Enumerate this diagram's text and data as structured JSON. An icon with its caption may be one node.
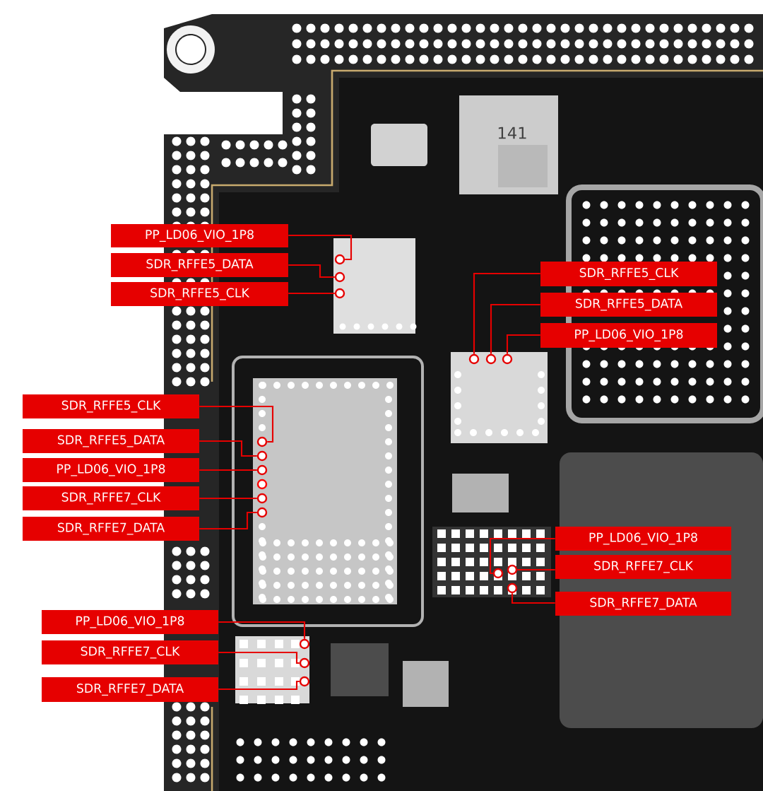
{
  "diagram": {
    "nodes": [
      {
        "text": [
          "PP_LD06_VIO_1P8"
        ]
      },
      {
        "text": [
          "SDR_RFFE5_DATA"
        ]
      },
      {
        "text": [
          "SDR_RFFE5_CLK"
        ]
      },
      {
        "text": [
          "SDR_RFFE5_CLK"
        ]
      },
      {
        "text": [
          "SDR_RFFE5_DATA"
        ]
      },
      {
        "text": [
          "PP_LD06_VIO_1P8"
        ]
      },
      {
        "text": [
          "SDR_RFFE5_CLK"
        ]
      },
      {
        "text": [
          "SDR_RFFE5_DATA"
        ]
      },
      {
        "text": [
          "PP_LD06_VIO_1P8"
        ]
      },
      {
        "text": [
          "SDR_RFFE7_CLK"
        ]
      },
      {
        "text": [
          "SDR_RFFE7_DATA"
        ]
      },
      {
        "text": [
          "PP_LD06_VIO_1P8"
        ]
      },
      {
        "text": [
          "SDR_RFFE7_CLK"
        ]
      },
      {
        "text": [
          "SDR_RFFE7_DATA"
        ]
      },
      {
        "text": [
          "PP_LD06_VIO_1P8"
        ]
      },
      {
        "text": [
          "SDR_RFFE7_CLK"
        ]
      },
      {
        "text": [
          "SDR_RFFE7_DATA"
        ]
      },
      {
        "text": [],
        "shape": "circle"
      },
      {
        "text": [],
        "shape": "circle"
      },
      {
        "text": [],
        "shape": "circle"
      },
      {
        "text": [],
        "shape": "circle"
      },
      {
        "text": [],
        "shape": "circle"
      },
      {
        "text": [],
        "shape": "circle"
      },
      {
        "text": [],
        "shape": "circle"
      },
      {
        "text": [],
        "shape": "circle"
      },
      {
        "text": [],
        "shape": "circle"
      },
      {
        "text": [],
        "shape": "circle"
      },
      {
        "text": [],
        "shape": "circle"
      },
      {
        "text": [],
        "shape": "circle"
      },
      {
        "text": [],
        "shape": "circle"
      },
      {
        "text": [],
        "shape": "circle"
      },
      {
        "text": [],
        "shape": "circle"
      },
      {
        "text": [],
        "shape": "circle"
      },
      {
        "text": [],
        "shape": "circle"
      }
    ],
    "edges": [
      {
        "from": 0,
        "to": 17,
        "arrow": "none"
      },
      {
        "from": 1,
        "to": 18,
        "arrow": "none"
      },
      {
        "from": 2,
        "to": 19,
        "arrow": "none"
      },
      {
        "from": 3,
        "to": 20,
        "arrow": "none"
      },
      {
        "from": 4,
        "to": 21,
        "arrow": "none"
      },
      {
        "from": 5,
        "to": 22,
        "arrow": "none"
      },
      {
        "from": 6,
        "to": 23,
        "arrow": "none"
      },
      {
        "from": 7,
        "to": 24,
        "arrow": "none"
      },
      {
        "from": 8,
        "to": 25,
        "arrow": "none"
      },
      {
        "from": 9,
        "to": 26,
        "arrow": "none"
      },
      {
        "from": 10,
        "to": 27,
        "arrow": "none"
      },
      {
        "from": 11,
        "to": 28,
        "arrow": "none"
      },
      {
        "from": 12,
        "to": 29,
        "arrow": "none"
      },
      {
        "from": 13,
        "to": 30,
        "arrow": "none"
      },
      {
        "from": 14,
        "to": 31,
        "arrow": "none"
      },
      {
        "from": 15,
        "to": 32,
        "arrow": "none"
      },
      {
        "from": 16,
        "to": 33,
        "arrow": "none"
      }
    ],
    "labels": [
      "141"
    ]
  }
}
